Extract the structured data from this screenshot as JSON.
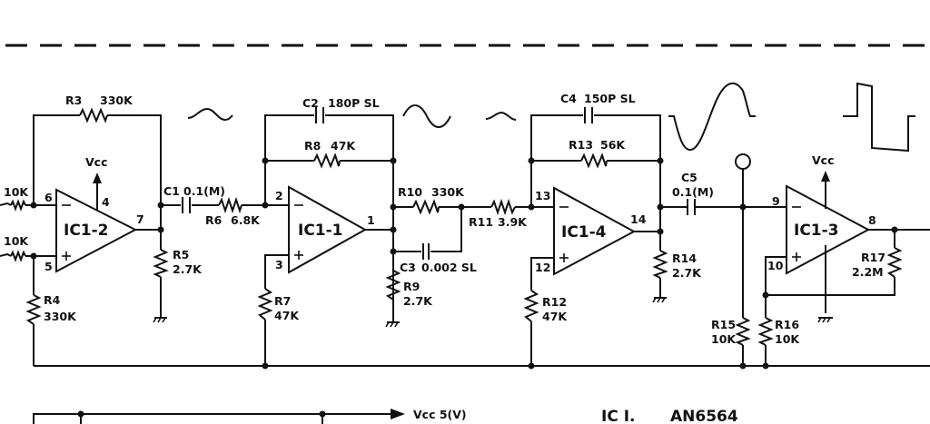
{
  "ic_title": "IC I.",
  "ic_part": "AN6564",
  "supply_label": "Vcc 5(V)",
  "opamps": [
    {
      "label": "IC1-2",
      "vcc": "Vcc",
      "pin_minus": "6",
      "pin_plus": "5",
      "pin_out": "7",
      "pin_supply": "4"
    },
    {
      "label": "IC1-1",
      "pin_minus": "2",
      "pin_plus": "3",
      "pin_out": "1"
    },
    {
      "label": "IC1-4",
      "pin_minus": "13",
      "pin_plus": "12",
      "pin_out": "14"
    },
    {
      "label": "IC1-3",
      "vcc": "Vcc",
      "pin_minus": "9",
      "pin_plus": "10",
      "pin_out": "8"
    }
  ],
  "inputs": [
    "10K",
    "10K"
  ],
  "components": {
    "R3": {
      "name": "R3",
      "value": "330K"
    },
    "R4": {
      "name": "R4",
      "value": "330K"
    },
    "R5": {
      "name": "R5",
      "value": "2.7K"
    },
    "C1": {
      "name": "C1",
      "value": "0.1(M)"
    },
    "R6": {
      "name": "R6",
      "value": "6.8K"
    },
    "C2": {
      "name": "C2",
      "value": "180P SL"
    },
    "R8": {
      "name": "R8",
      "value": "47K"
    },
    "R7": {
      "name": "R7",
      "value": "47K"
    },
    "R10": {
      "name": "R10",
      "value": "330K"
    },
    "R11": {
      "name": "R11",
      "value": "3.9K"
    },
    "C3": {
      "name": "C3",
      "value": "0.002 SL"
    },
    "R9": {
      "name": "R9",
      "value": "2.7K"
    },
    "C4": {
      "name": "C4",
      "value": "150P SL"
    },
    "R13": {
      "name": "R13",
      "value": "56K"
    },
    "R12": {
      "name": "R12",
      "value": "47K"
    },
    "R14": {
      "name": "R14",
      "value": "2.7K"
    },
    "C5": {
      "name": "C5",
      "value": "0.1(M)"
    },
    "R15": {
      "name": "R15",
      "value": "10K"
    },
    "R16": {
      "name": "R16",
      "value": "10K"
    },
    "R17": {
      "name": "R17",
      "value": "2.2M"
    }
  }
}
